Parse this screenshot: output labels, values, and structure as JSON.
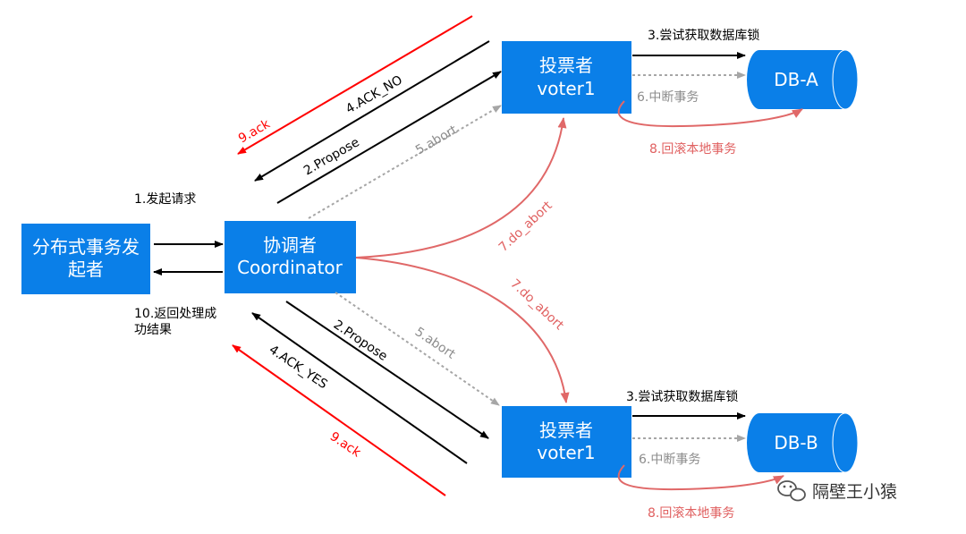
{
  "nodes": {
    "initiator": {
      "line1": "分布式事务发",
      "line2": "起者"
    },
    "coordinator": {
      "line1": "协调者",
      "line2": "Coordinator"
    },
    "voter_top": {
      "line1": "投票者",
      "line2": "voter1"
    },
    "voter_bottom": {
      "line1": "投票者",
      "line2": "voter1"
    },
    "db_a": {
      "label": "DB-A"
    },
    "db_b": {
      "label": "DB-B"
    }
  },
  "labels": {
    "initiate_request": "1.发起请求",
    "return_result_line1": "10.返回处理成",
    "return_result_line2": "功结果",
    "propose_top": "2.Propose",
    "propose_bottom": "2.Propose",
    "try_lock_top": "3.尝试获取数据库锁",
    "try_lock_bottom": "3.尝试获取数据库锁",
    "ack_no": "4.ACK_NO",
    "ack_yes": "4.ACK_YES",
    "abort_top": "5.abort",
    "abort_bottom": "5.abort",
    "interrupt_top": "6.中断事务",
    "interrupt_bottom": "6.中断事务",
    "do_abort_top": "7.do_abort",
    "do_abort_bottom": "7.do_abort",
    "rollback_top": "8.回滚本地事务",
    "rollback_bottom": "8.回滚本地事务",
    "ack_top": "9.ack",
    "ack_bottom": "9.ack"
  },
  "watermark": {
    "text": "隔壁王小猿",
    "icon": "wechat-icon"
  },
  "colors": {
    "box": "#0a7fe8",
    "black": "#000000",
    "gray": "#a6a6a6",
    "red": "#ff0000",
    "pink": "#e06868"
  }
}
